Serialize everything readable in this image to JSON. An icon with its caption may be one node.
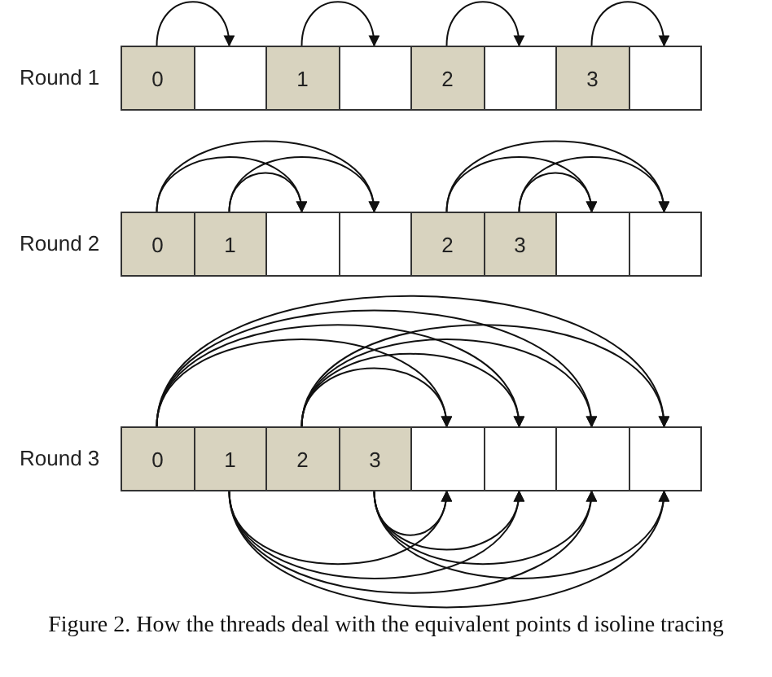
{
  "diagram": {
    "caption": "Figure 2. How the threads deal with the equivalent points d isoline tracing",
    "nodes": [
      {
        "text": [
          "0"
        ]
      },
      {
        "text": [],
        "shape": "box"
      },
      {
        "text": [
          "1"
        ]
      },
      {
        "text": [],
        "shape": "box"
      },
      {
        "text": [
          "2"
        ]
      },
      {
        "text": [],
        "shape": "box"
      },
      {
        "text": [
          "3"
        ]
      },
      {
        "text": [],
        "shape": "box"
      },
      {
        "text": [
          "0"
        ]
      },
      {
        "text": [
          "1"
        ]
      },
      {
        "text": [],
        "shape": "box"
      },
      {
        "text": [],
        "shape": "box"
      },
      {
        "text": [
          "2"
        ]
      },
      {
        "text": [
          "3"
        ]
      },
      {
        "text": [],
        "shape": "box"
      },
      {
        "text": [],
        "shape": "box"
      },
      {
        "text": [
          "0"
        ]
      },
      {
        "text": [
          "1"
        ]
      },
      {
        "text": [
          "2"
        ]
      },
      {
        "text": [
          "3"
        ]
      },
      {
        "text": [],
        "shape": "box"
      },
      {
        "text": [],
        "shape": "box"
      },
      {
        "text": [],
        "shape": "box"
      },
      {
        "text": [],
        "shape": "box"
      }
    ],
    "edges": [
      {
        "from": 0,
        "to": 1,
        "arrow": "to"
      },
      {
        "from": 2,
        "to": 3,
        "arrow": "to"
      },
      {
        "from": 4,
        "to": 5,
        "arrow": "to"
      },
      {
        "from": 6,
        "to": 7,
        "arrow": "to"
      },
      {
        "from": 8,
        "to": 10,
        "arrow": "to"
      },
      {
        "from": 8,
        "to": 11,
        "arrow": "to"
      },
      {
        "from": 9,
        "to": 10,
        "arrow": "to"
      },
      {
        "from": 9,
        "to": 11,
        "arrow": "to"
      },
      {
        "from": 12,
        "to": 14,
        "arrow": "to"
      },
      {
        "from": 12,
        "to": 15,
        "arrow": "to"
      },
      {
        "from": 13,
        "to": 14,
        "arrow": "to"
      },
      {
        "from": 13,
        "to": 15,
        "arrow": "to"
      },
      {
        "from": 16,
        "to": 20,
        "arrow": "to"
      },
      {
        "from": 16,
        "to": 21,
        "arrow": "to"
      },
      {
        "from": 16,
        "to": 22,
        "arrow": "to"
      },
      {
        "from": 16,
        "to": 23,
        "arrow": "to"
      },
      {
        "from": 17,
        "to": 20,
        "arrow": "to"
      },
      {
        "from": 17,
        "to": 21,
        "arrow": "to"
      },
      {
        "from": 17,
        "to": 22,
        "arrow": "to"
      },
      {
        "from": 17,
        "to": 23,
        "arrow": "to"
      },
      {
        "from": 18,
        "to": 20,
        "arrow": "to"
      },
      {
        "from": 18,
        "to": 21,
        "arrow": "to"
      },
      {
        "from": 18,
        "to": 22,
        "arrow": "to"
      },
      {
        "from": 18,
        "to": 23,
        "arrow": "to"
      },
      {
        "from": 19,
        "to": 20,
        "arrow": "to"
      },
      {
        "from": 19,
        "to": 21,
        "arrow": "to"
      },
      {
        "from": 19,
        "to": 22,
        "arrow": "to"
      },
      {
        "from": 19,
        "to": 23,
        "arrow": "to"
      }
    ],
    "labels": [
      "Round 1",
      "Round 2",
      "Round 3"
    ]
  }
}
